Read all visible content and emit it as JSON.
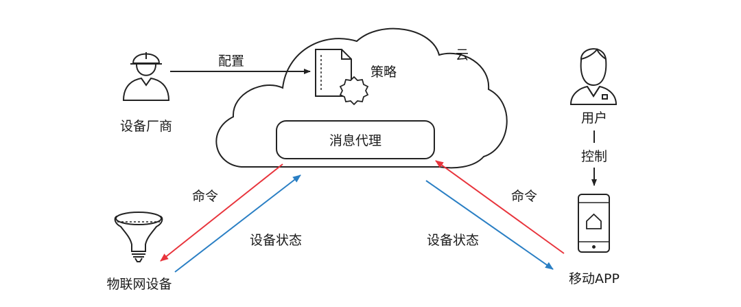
{
  "cloud": {
    "label": "云"
  },
  "policy": {
    "label": "策略"
  },
  "broker": {
    "label": "消息代理"
  },
  "manufacturer": {
    "label": "设备厂商",
    "icon": "engineer-hardhat-icon"
  },
  "user": {
    "label": "用户",
    "icon": "user-icon"
  },
  "iot_device": {
    "label": "物联网设备",
    "icon": "lightbulb-icon"
  },
  "mobile_app": {
    "label": "移动APP",
    "icon": "smartphone-home-icon"
  },
  "edges": {
    "configure": "配置",
    "control": "控制",
    "command_left": "命令",
    "status_left": "设备状态",
    "command_right": "命令",
    "status_right": "设备状态"
  },
  "colors": {
    "command_arrow": "#e8343c",
    "status_arrow": "#2a7fc4",
    "stroke": "#222222"
  }
}
